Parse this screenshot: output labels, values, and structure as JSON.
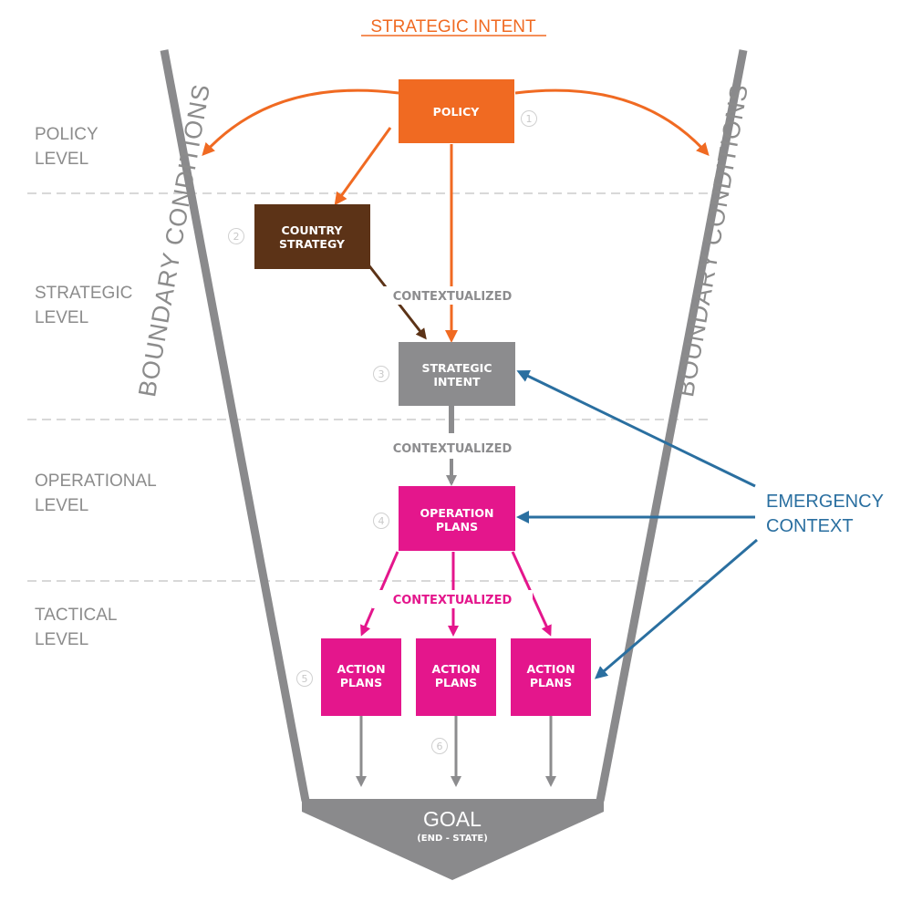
{
  "header": {
    "title": "STRATEGIC INTENT"
  },
  "levels": {
    "policy": [
      "POLICY",
      "LEVEL"
    ],
    "strategic": [
      "STRATEGIC",
      "LEVEL"
    ],
    "operational": [
      "OPERATIONAL",
      "LEVEL"
    ],
    "tactical": [
      "TACTICAL",
      "LEVEL"
    ]
  },
  "boundary": {
    "left": "BOUNDARY CONDITIONS",
    "right": "BOUNDARY CONDITIONS"
  },
  "boxes": {
    "policy": {
      "lines": [
        "POLICY"
      ],
      "number": "1"
    },
    "country_strategy": {
      "lines": [
        "COUNTRY",
        "STRATEGY"
      ],
      "number": "2"
    },
    "strategic_intent": {
      "lines": [
        "STRATEGIC",
        "INTENT"
      ],
      "number": "3"
    },
    "operation_plans": {
      "lines": [
        "OPERATION",
        "PLANS"
      ],
      "number": "4"
    },
    "action_plans_1": {
      "lines": [
        "ACTION",
        "PLANS"
      ],
      "number": "5"
    },
    "action_plans_2": {
      "lines": [
        "ACTION",
        "PLANS"
      ]
    },
    "action_plans_3": {
      "lines": [
        "ACTION",
        "PLANS"
      ]
    }
  },
  "flow_number_6": "6",
  "contextualized": {
    "first": "CONTEXTUALIZED",
    "second": "CONTEXTUALIZED",
    "third": "CONTEXTUALIZED"
  },
  "emergency": [
    "EMERGENCY",
    "CONTEXT"
  ],
  "goal": {
    "main": "GOAL",
    "sub": "(END - STATE)"
  },
  "colors": {
    "orange": "#f06a22",
    "brown": "#5c3317",
    "gray": "#8c8c8e",
    "funnel": "#8a8a8c",
    "magenta": "#e4168c",
    "blue": "#2a6fa0",
    "dashed": "#cccccc"
  }
}
